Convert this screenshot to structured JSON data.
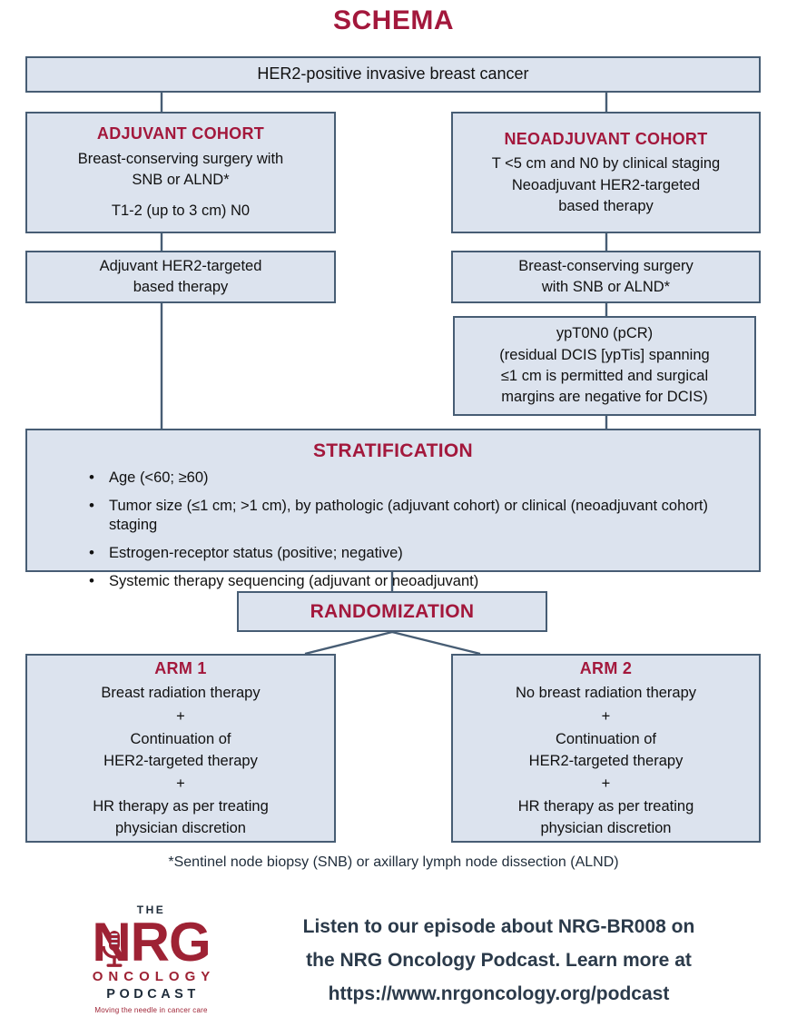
{
  "title": "SCHEMA",
  "colors": {
    "accent": "#A3183C",
    "box_fill": "#DCE3EE",
    "box_border": "#475D74",
    "text": "#111111",
    "logo_red": "#9E2234",
    "promo_text": "#2B3A4A"
  },
  "nodes": {
    "top": {
      "text": "HER2-positive invasive breast cancer"
    },
    "adjuvant_cohort": {
      "heading": "ADJUVANT COHORT",
      "para1_line1": "Breast-conserving surgery with",
      "para1_line2": "SNB or ALND*",
      "para2": "T1-2 (up to 3 cm) N0"
    },
    "neoadjuvant_cohort": {
      "heading": "NEOADJUVANT COHORT",
      "line1": "T <5 cm and N0 by clinical staging",
      "line2": "Neoadjuvant HER2-targeted",
      "line3": "based therapy"
    },
    "adjuvant_therapy": {
      "line1": "Adjuvant HER2-targeted",
      "line2": "based therapy"
    },
    "neoadjuvant_surgery": {
      "line1": "Breast-conserving surgery",
      "line2": "with SNB or ALND*"
    },
    "pcr": {
      "line1": "ypT0N0 (pCR)",
      "line2": "(residual DCIS [ypTis] spanning",
      "line3": "≤1 cm is permitted and surgical",
      "line4": "margins are negative for DCIS)"
    },
    "stratification": {
      "heading": "STRATIFICATION",
      "items": [
        "Age (<60; ≥60)",
        "Tumor size (≤1 cm; >1 cm), by pathologic (adjuvant cohort) or clinical (neoadjuvant cohort) staging",
        "Estrogen-receptor status (positive; negative)",
        "Systemic therapy sequencing (adjuvant or neoadjuvant)"
      ]
    },
    "randomization": {
      "heading": "RANDOMIZATION"
    },
    "arm1": {
      "heading": "ARM 1",
      "line1": "Breast radiation therapy",
      "plus1": "+",
      "line2": "Continuation of",
      "line3": "HER2-targeted therapy",
      "plus2": "+",
      "line4": "HR therapy as per treating",
      "line5": "physician discretion"
    },
    "arm2": {
      "heading": "ARM 2",
      "line1": "No breast radiation therapy",
      "plus1": "+",
      "line2": "Continuation of",
      "line3": "HER2-targeted therapy",
      "plus2": "+",
      "line4": "HR therapy as per treating",
      "line5": "physician discretion"
    }
  },
  "footnote": "*Sentinel node biopsy (SNB) or axillary lymph node dissection (ALND)",
  "promo": {
    "logo": {
      "the": "THE",
      "nrg": "NRG",
      "oncology": "ONCOLOGY",
      "podcast": "PODCAST",
      "tagline": "Moving the needle in cancer care"
    },
    "line1": "Listen to our episode about NRG-BR008 on",
    "line2": "the NRG Oncology Podcast. Learn more at",
    "line3": "https://www.nrgoncology.org/podcast"
  }
}
